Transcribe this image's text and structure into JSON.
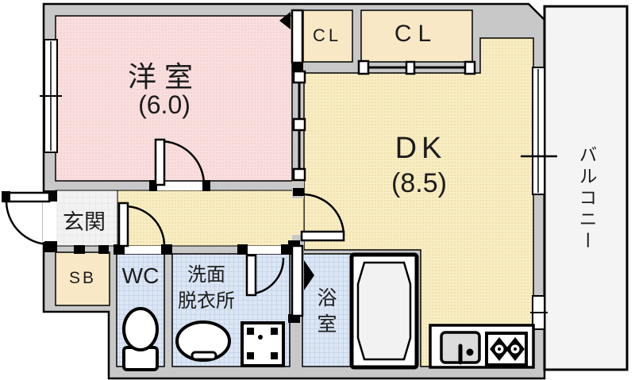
{
  "plan_type": "apartment-floorplan",
  "rooms": {
    "western": {
      "label": "洋室",
      "size": "(6.0)"
    },
    "closet_small": {
      "label": "CL"
    },
    "closet_large": {
      "label": "CL"
    },
    "dk": {
      "label": "DK",
      "size": "(8.5)"
    },
    "balcony": {
      "label": "バルコニー"
    },
    "entrance": {
      "label": "玄関"
    },
    "shoebox": {
      "label": "SB"
    },
    "wc": {
      "label": "WC"
    },
    "washroom": {
      "label": "洗面脱衣所",
      "line1": "洗面",
      "line2": "脱衣所"
    },
    "bathroom": {
      "label": "浴室"
    }
  },
  "fixtures": [
    "toilet",
    "washbasin",
    "washing-machine",
    "bathtub",
    "kitchen-sink",
    "gas-stove"
  ],
  "colors": {
    "wall": "#C8C8C8",
    "outline": "#000000",
    "western_room": "#F9DEDE",
    "dk_hall": "#F8EDC2",
    "closet": "#F8E8C6",
    "wet_area": "#DCE6F4",
    "entrance_floor": "#F2F2F2",
    "balcony_floor": "#F4F4F4"
  }
}
